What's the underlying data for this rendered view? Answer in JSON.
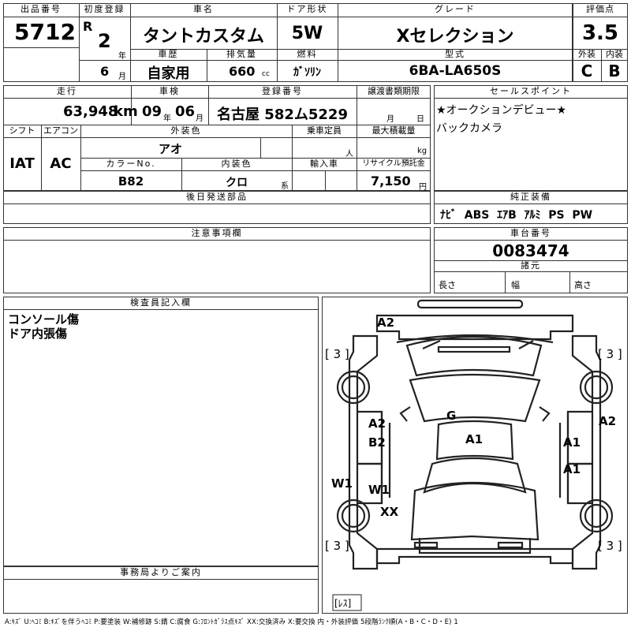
{
  "top": {
    "lot_no_label": "出品番号",
    "lot_no": "5712",
    "first_reg_label": "初度登録",
    "era": "R",
    "year": "2",
    "year_unit": "年",
    "month": "6",
    "month_unit": "月",
    "car_name_label": "車名",
    "car_name": "タントカスタム",
    "door_label": "ドア形状",
    "door": "5W",
    "grade_label": "グレード",
    "grade": "Xセレクション",
    "score_label": "評価点",
    "score": "3.5",
    "history_label": "車歴",
    "history": "自家用",
    "displacement_label": "排気量",
    "displacement": "660",
    "displacement_unit": "cc",
    "fuel_label": "燃料",
    "fuel": "ｶﾞｿﾘﾝ",
    "model_label": "型式",
    "model": "6BA-LA650S",
    "ext_label": "外装",
    "ext_grade": "C",
    "int_label": "内装",
    "int_grade": "B"
  },
  "row2": {
    "mileage_label": "走行",
    "mileage": "63,948",
    "mileage_unit": "km",
    "inspection_label": "車検",
    "insp_year": "09",
    "insp_year_unit": "年",
    "insp_month": "06",
    "insp_month_unit": "月",
    "plate_label": "登録番号",
    "plate": "名古屋 582ム5229",
    "transfer_label": "譲渡書類期限",
    "transfer_month_unit": "月",
    "transfer_day_unit": "日",
    "sales_label": "セールスポイント",
    "sales_lines": [
      "★オークションデビュー★",
      "バックカメラ"
    ]
  },
  "row3": {
    "shift_label": "シフト",
    "shift": "IAT",
    "ac_label": "エアコン",
    "ac": "AC",
    "exterior_color_label": "外装色",
    "exterior_color": "アオ",
    "capacity_label": "乗車定員",
    "capacity_unit": "人",
    "load_label": "最大積載量",
    "load_unit": "kg",
    "color_no_label": "カラーNo.",
    "color_no": "B82",
    "interior_color_label": "内装色",
    "interior_color": "クロ",
    "interior_suffix": "系",
    "import_label": "輸入車",
    "recycle_label": "リサイクル預託金",
    "recycle": "7,150",
    "recycle_unit": "円"
  },
  "later_parts_label": "後日発送部品",
  "equipment_label": "純正装備",
  "equipment": "ﾅﾋﾞ  ABS  ｴｱB  ｱﾙﾐ  PS  PW",
  "notes_label": "注意事項欄",
  "chassis_label": "車台番号",
  "chassis": "0083474",
  "dims_label": "諸元",
  "length_label": "長さ",
  "width_label": "幅",
  "height_label": "高さ",
  "inspector_label": "検査員記入欄",
  "inspector_lines": [
    "コンソール傷",
    "ドア内張傷"
  ],
  "office_label": "事務局よりご案内",
  "diagram": {
    "marks": {
      "front_bumper": "A2",
      "windshield": "G",
      "left_front_door_1": "A2",
      "left_front_door_2": "B2",
      "roof": "A1",
      "right_front_door": "A1",
      "right_rear_door": "A1",
      "right_front_fender": "A2",
      "left_rocker": "W1",
      "left_rear_door": "W1",
      "left_rear_panel": "XX"
    },
    "tire_fl": "[ 3 ]",
    "tire_fr": "[ 3 ]",
    "tire_rl": "[ 3 ]",
    "tire_rr": "[ 3 ]",
    "spare": "[ﾚｽ]"
  },
  "legend": "A:ｷｽﾞ U:ﾍｺﾐ B:ｷｽﾞを伴うﾍｺﾐ P:要塗装 W:補修跡 S:錆 C:腐食 G:ﾌﾛﾝﾄｶﾞﾗｽ点ｷｽﾞ XX:交換済み X:要交換 内・外装評価 5段階ﾗﾝｸ順(A・B・C・D・E) 1"
}
